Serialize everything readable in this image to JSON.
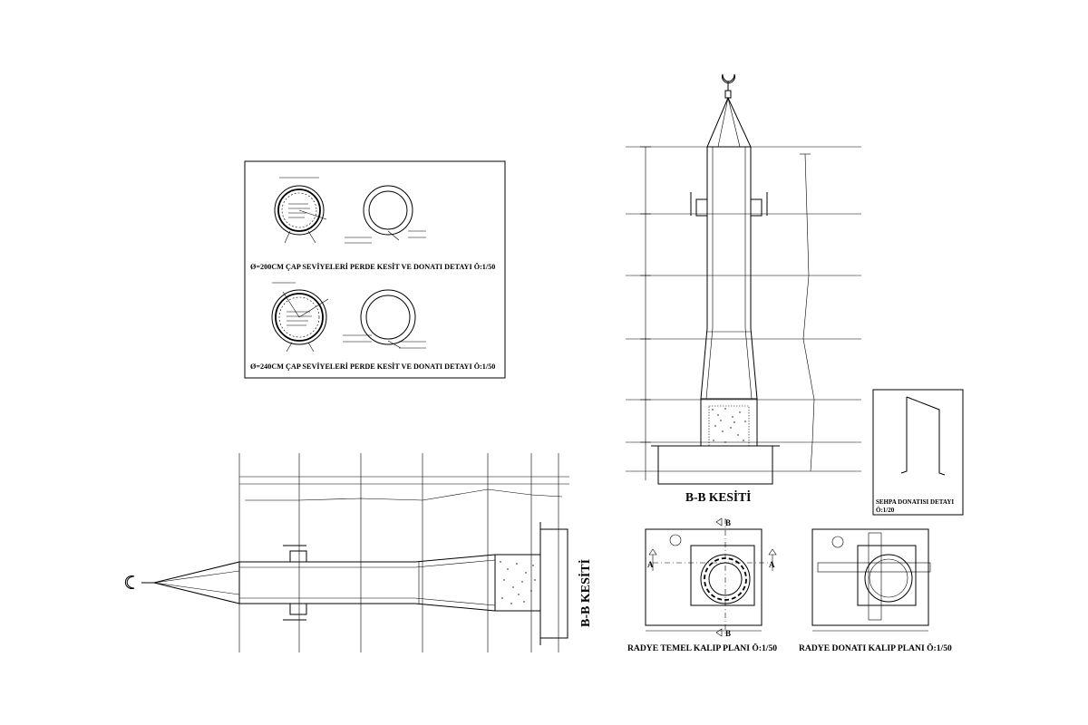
{
  "titles": {
    "detail_200": "Ø=200CM ÇAP SEVİYELERİ PERDE KESİT VE DONATI DETAYI Ö:1/50",
    "detail_240": "Ø=240CM ÇAP SEVİYELERİ PERDE KESİT VE DONATI DETAYI Ö:1/50",
    "section_bb_vertical": "B-B KESİTİ",
    "section_bb_rotated": "B-B KESİTİ",
    "stirrup_detail_line1": "SEHPA DONATISI DETAYI",
    "stirrup_detail_line2": "Ö:1/20",
    "raft_formwork": "RADYE TEMEL KALIP PLANI Ö:1/50",
    "raft_rebar": "RADYE DONATI KALIP PLANI Ö:1/50"
  },
  "section_marks": {
    "a_left": "A",
    "a_right": "A",
    "b_top": "B",
    "b_bottom": "B"
  }
}
